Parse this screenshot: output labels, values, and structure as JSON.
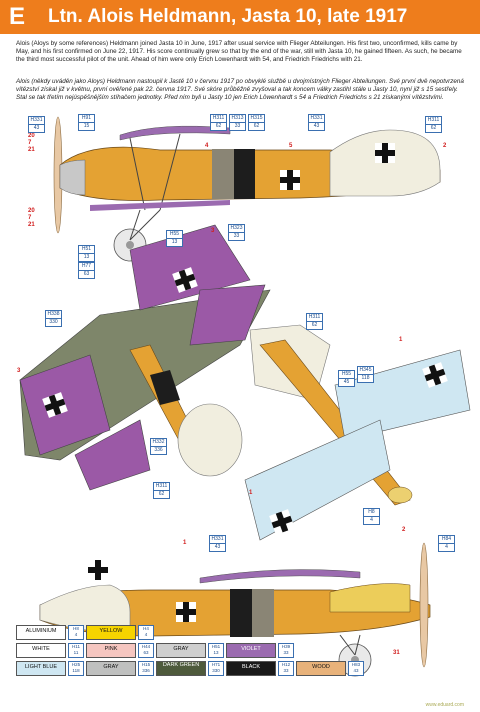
{
  "header": {
    "letter": "E",
    "title": "Ltn. Alois Heldmann, Jasta 10, late 1917"
  },
  "text": {
    "english": "Alois (Aloys by some references) Heldmann joined Jasta 10 in June, 1917 after usual service with Flieger Abteilungen. His first two, unconfirmed, kills came by May, and his first confirmed on June 22, 1917. His score continually grew so that by the end of the war, still with Jasta 10, he gained fifteen. As such, he became the third most successful pilot of the unit. Ahead of him were only Erich Lowenhardt with 54, and Friedrich Friedrichs with 21.",
    "czech": "Alois (někdy uváděn jako Aloys) Heldmann nastoupil k Jastě 10 v červnu 1917 po obvyklé službě u dvojmístných Flieger Abteilungen. Své první dvě nepotvrzená vítězství získal již v květnu, první ověřené pak 22. června 1917. Své skóre průběžně zvyšoval a tak koncem války zastihl stále u Jasty 10, nyní již s 15 sestřely. Stal se tak třetím nejúspěšnějším stíhačem jednotky. Před ním byli u Jasty 10 jen Erich Löwenhardt s 54 a Friedrich Friedrichs s 21 získanými vítězstvími."
  },
  "markers": {
    "m20a": "20",
    "m7a": "7",
    "m21a": "21",
    "m20b": "20",
    "m7b": "7",
    "m21b": "21",
    "m4": "4",
    "m5": "5",
    "m2": "2",
    "m3a": "3",
    "m3b": "3",
    "m1a": "1",
    "m1b": "1",
    "m1c": "1",
    "m31": "31",
    "m2b": "2"
  },
  "codes": {
    "c1": [
      "H331",
      "43"
    ],
    "c2": [
      "H91",
      "15"
    ],
    "c3": [
      "H311",
      "62"
    ],
    "c4": [
      "H313",
      "33"
    ],
    "c5": [
      "H315",
      "62"
    ],
    "c6": [
      "H331",
      "43"
    ],
    "c7": [
      "H311",
      "62"
    ],
    "c8": [
      "H55",
      "13"
    ],
    "c9": [
      "H323",
      "33"
    ],
    "c10": [
      "H51",
      "13"
    ],
    "c11": [
      "H77",
      "63"
    ],
    "c12": [
      "H338",
      "330"
    ],
    "c13": [
      "H311",
      "62"
    ],
    "c14": [
      "H55",
      "45"
    ],
    "c15": [
      "H345",
      "118"
    ],
    "c16": [
      "H332",
      "336"
    ],
    "c17": [
      "H311",
      "62"
    ],
    "c18": [
      "H8",
      "4"
    ],
    "c19": [
      "H331",
      "43"
    ],
    "c20": [
      "H84",
      "4"
    ]
  },
  "legend": {
    "rows": [
      [
        {
          "name": "ALUMINIUM",
          "color": "#ffffff",
          "codes": [
            "H8",
            "4"
          ]
        },
        {
          "name": "YELLOW",
          "color": "#f6d400",
          "codes": [
            "H4",
            "4"
          ]
        }
      ],
      [
        {
          "name": "WHITE",
          "color": "#ffffff",
          "codes": [
            "H11",
            "11"
          ]
        },
        {
          "name": "PINK",
          "color": "#f5c6c0",
          "codes": [
            "H44",
            "63"
          ]
        },
        {
          "name": "GRAY",
          "color": "#cfcfcf",
          "codes": [
            "H51",
            "13"
          ]
        },
        {
          "name": "VIOLET",
          "color": "#9b6bb0",
          "codes": [
            "H39",
            "33"
          ]
        }
      ],
      [
        {
          "name": "LIGHT BLUE",
          "color": "#cfe7f2",
          "codes": [
            "H25",
            "118"
          ]
        },
        {
          "name": "GRAY",
          "color": "#bfc0bf",
          "codes": [
            "H15",
            "336"
          ]
        },
        {
          "name": "DARK GREEN",
          "color": "#4e5a3c",
          "codes": [
            "H71",
            "330"
          ]
        },
        {
          "name": "BLACK",
          "color": "#1a1a1a",
          "codes": [
            "H12",
            "33"
          ]
        },
        {
          "name": "WOOD",
          "color": "#e8b27a",
          "codes": [
            "H83",
            "43"
          ]
        }
      ]
    ]
  },
  "watermark": "www.eduard.com"
}
